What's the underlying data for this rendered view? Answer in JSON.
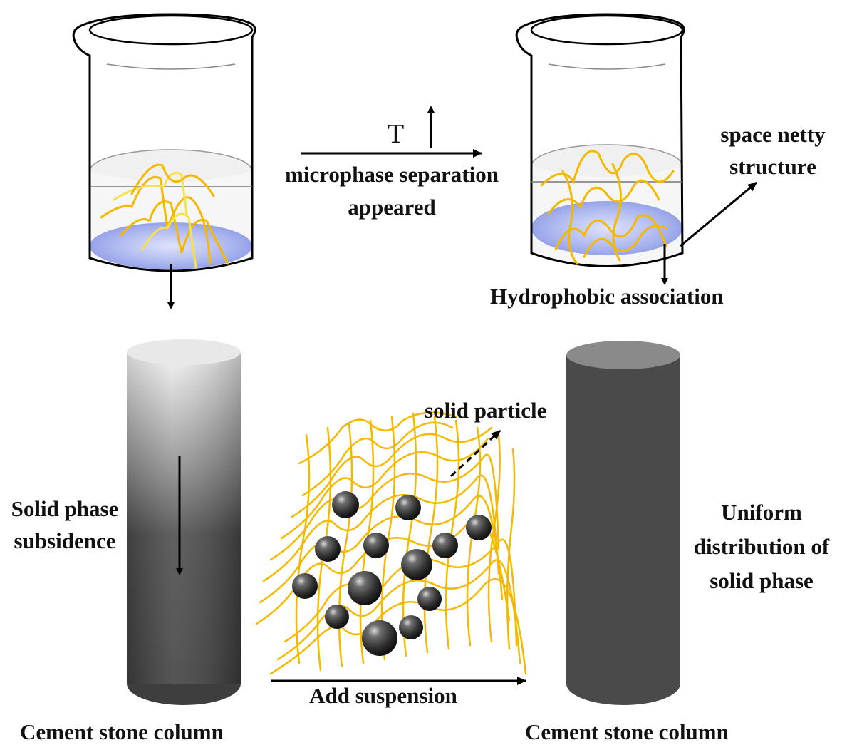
{
  "labels": {
    "temperature": "T",
    "microphase": "microphase separation",
    "appeared": "appeared",
    "space_netty_1": "space netty",
    "space_netty_2": "structure",
    "hydrophobic": "Hydrophobic association",
    "solid_particle": "solid particle",
    "solid_phase_1": "Solid phase",
    "solid_phase_2": "subsidence",
    "uniform_1": "Uniform",
    "uniform_2": "distribution of",
    "uniform_3": "solid phase",
    "add_suspension": "Add suspension",
    "cement_left": "Cement stone column",
    "cement_right": "Cement stone column"
  },
  "colors": {
    "fiber": "#f5b800",
    "fiber_light": "#f7e14a",
    "liquid_blue": "#a9b4ee",
    "column_dark": "#4a4a4a",
    "column_top": "#8a8a8a",
    "particle": "#3a3a3a"
  }
}
